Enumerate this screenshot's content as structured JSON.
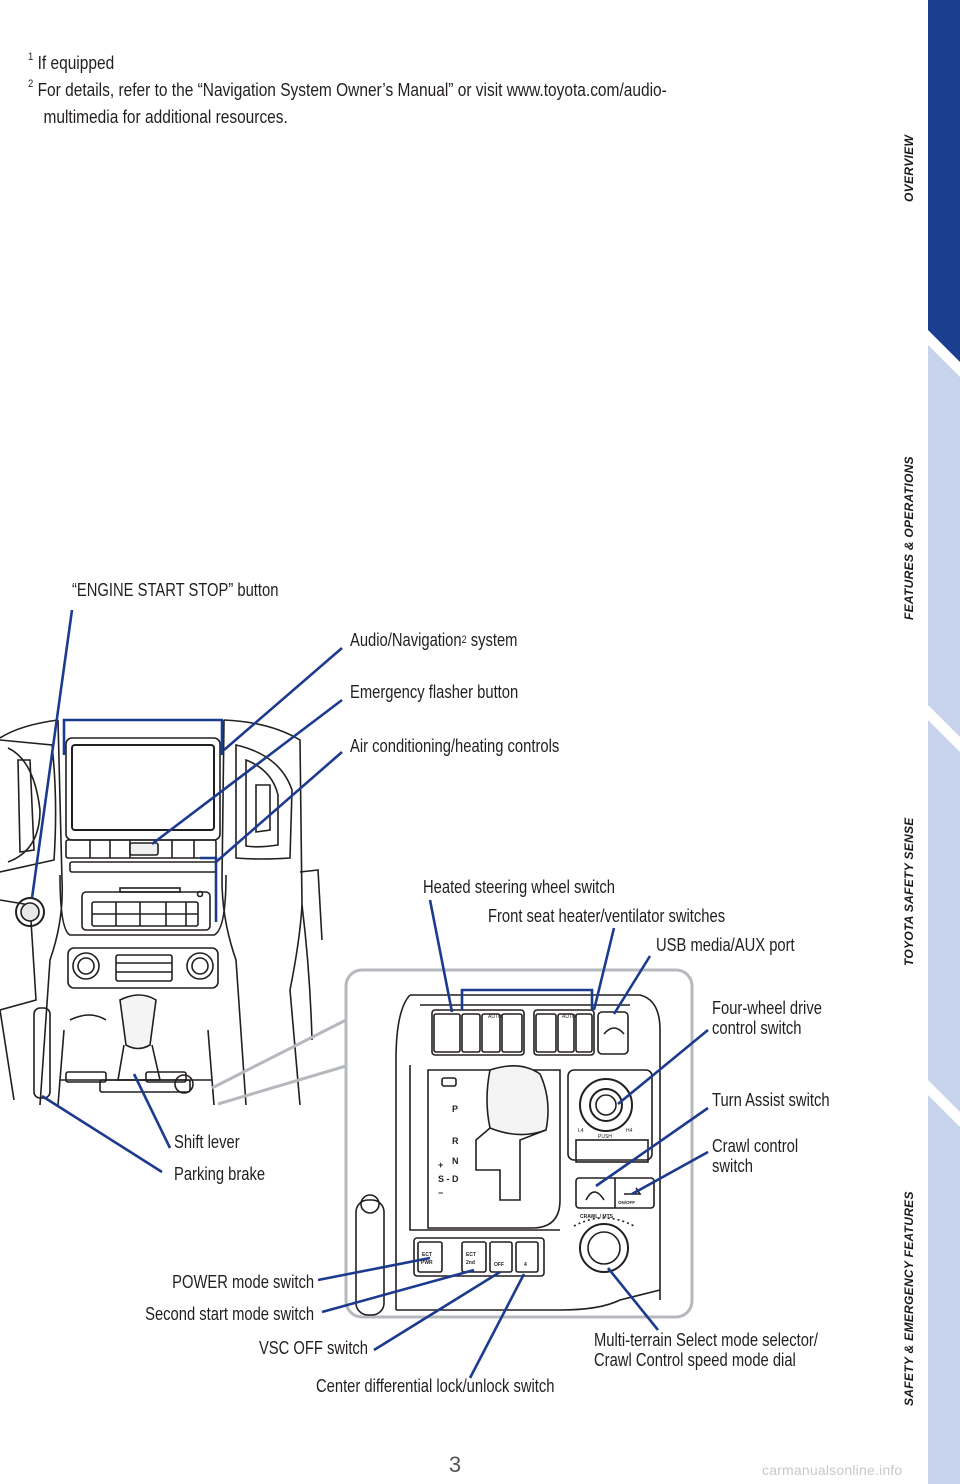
{
  "footnotes": {
    "fn1_mark": "1",
    "fn1_text": "If equipped",
    "fn2_mark": "2",
    "fn2_line1": "For details, refer to the “Navigation System Owner’s Manual” or visit www.toyota.com/audio-",
    "fn2_line2": "multimedia for additional resources."
  },
  "callouts": {
    "engine_start": "“ENGINE START STOP” button",
    "audio_nav": "Audio/Navigation",
    "audio_nav_sup": "2",
    "audio_nav_suffix": " system",
    "emergency_flasher": "Emergency flasher button",
    "air_conditioning": "Air conditioning/heating controls",
    "heated_wheel": "Heated steering wheel switch",
    "seat_heater": "Front seat heater/ventilator switches",
    "usb_port": "USB media/AUX port",
    "four_wheel_1": "Four-wheel drive",
    "four_wheel_2": "control switch",
    "turn_assist": "Turn Assist switch",
    "crawl_1": "Crawl control",
    "crawl_2": "switch",
    "shift_lever": "Shift lever",
    "parking_brake": "Parking brake",
    "power_mode": "POWER mode switch",
    "second_start": "Second start mode switch",
    "vsc_off": "VSC OFF switch",
    "multi_terrain_1": "Multi-terrain Select mode selector/",
    "multi_terrain_2": "Crawl Control speed mode dial",
    "center_diff": "Center differential lock/unlock switch"
  },
  "panel_labels": {
    "auto1": "AUTO",
    "auto2": "AUTO",
    "gear_p": "P",
    "gear_r": "R",
    "gear_n": "N",
    "gear_d": "S - D",
    "gear_plus": "+",
    "gear_minus": "−",
    "push": "PUSH",
    "l4": "L4",
    "h4": "H4",
    "crawl_mts": "CRAWL / MTS",
    "on_off": "ON/OFF",
    "ect_pwr_1": "ECT",
    "ect_pwr_2": "PWR",
    "ect_2nd_1": "ECT",
    "ect_2nd_2": "2nd",
    "vsc_key": "OFF",
    "diff_key": "4"
  },
  "tabs": [
    {
      "label": "OVERVIEW",
      "active": true
    },
    {
      "label": "FEATURES & OPERATIONS",
      "active": false
    },
    {
      "label": "TOYOTA SAFETY SENSE",
      "active": false
    },
    {
      "label": "SAFETY & EMERGENCY FEATURES",
      "active": false
    }
  ],
  "page_number": "3",
  "watermark": "carmanualsonline.info",
  "colors": {
    "tab_active": "#1b3f8f",
    "tab_inactive": "#c7d3ea",
    "callout_line": "#1c3b8e",
    "panel_outline": "#b5b8bc"
  }
}
